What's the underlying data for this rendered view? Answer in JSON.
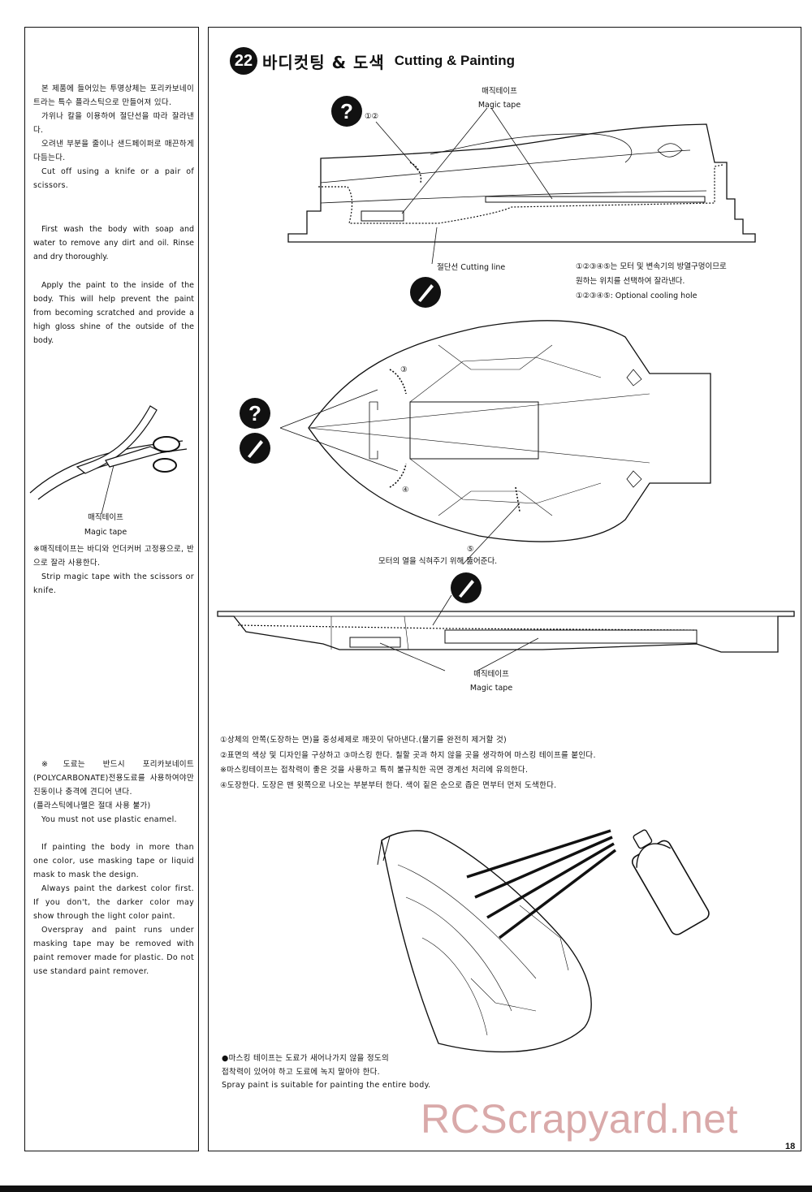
{
  "page_number": "18",
  "watermark": "RCScrapyard.net",
  "step": {
    "number": "22",
    "title_ko": "바디컷팅 & 도색",
    "title_en": "Cutting & Painting"
  },
  "sidebar": {
    "block1_ko": [
      "본 제품에 들어있는 투명상체는 포리카보네이트라는 특수 플라스틱으로 만들어져 있다.",
      "가위나 칼을 이용하여 절단선을 따라 잘라낸다.",
      "오려낸 부분을 줄이나 샌드페이퍼로 매끈하게 다듬는다."
    ],
    "block1_en": "Cut off using a knife or a pair of scissors.",
    "block2_en": "First wash the body with soap and water to remove any dirt and oil. Rinse and dry thoroughly.",
    "block3_en": "Apply the paint to the inside of the body. This will help prevent the paint from becoming scratched and provide a high gloss shine of the outside of the body.",
    "tape_label_ko": "매직테이프",
    "tape_label_en": "Magic tape",
    "tape_note_ko": "※매직테이프는 바디와 언더커버 고정용으로, 반으로 잘라 사용한다.",
    "tape_note_en": "Strip magic tape with the scissors or knife.",
    "paint_note_ko": [
      "※도료는 반드시 포리카보네이트(POLYCARBONATE)전용도료를 사용하여야만 진동이나 충격에 견디어 낸다.",
      "(플라스틱에나멜은 절대 사용 불가)"
    ],
    "paint_note_en": [
      "You must not use plastic enamel.",
      "If painting the body in more than one color, use masking tape or liquid mask to mask the design.",
      "Always paint the darkest color first. If you don't, the darker color may show through the light color paint.",
      "Overspray and paint runs under masking tape may be removed with paint remover made for plastic. Do not use standard paint remover."
    ]
  },
  "diagram": {
    "top_tape_ko": "매직테이프",
    "top_tape_en": "Magic tape",
    "circled_12": "①②",
    "cutting_line": "절단선 Cutting line",
    "cooling_ko_1": "①②③④⑤는 모터 및 변속기의 방열구멍이므로",
    "cooling_ko_2": "원하는 위치를 선택하여 잘라낸다.",
    "cooling_en": "①②③④⑤: Optional cooling hole",
    "mark3": "③",
    "mark4": "④",
    "mark5": "⑤",
    "motor_note": "모터의 열을 식혀주기 위해 뚫어준다.",
    "bottom_tape_ko": "매직테이프",
    "bottom_tape_en": "Magic tape",
    "question": "?"
  },
  "notes": [
    "①상체의 안쪽(도장하는 면)을 중성세제로 깨끗이 닦아낸다.(물기를 완전히 제거할 것)",
    "②표면의 색상 및 디자인을 구상하고  ③마스킹 한다. 칠할 곳과 하지 않을 곳을 생각하여 마스킹 테이프를 붙인다.",
    "※마스킹테이프는 접착력이 좋은 것을 사용하고 특히 불규칙한 곡면 경계선 처리에 유의한다.",
    "④도장한다. 도장은 맨 윗쪽으로 나오는 부분부터 한다. 색이 짙은 순으로 좁은 면부터 먼저 도색한다."
  ],
  "spray_note": [
    "●마스킹 테이프는 도료가 새어나가지 않을 정도의",
    "  접착력이 있어야 하고 도료에 녹지 말아야 한다.",
    "  Spray paint is suitable for painting the entire body."
  ]
}
